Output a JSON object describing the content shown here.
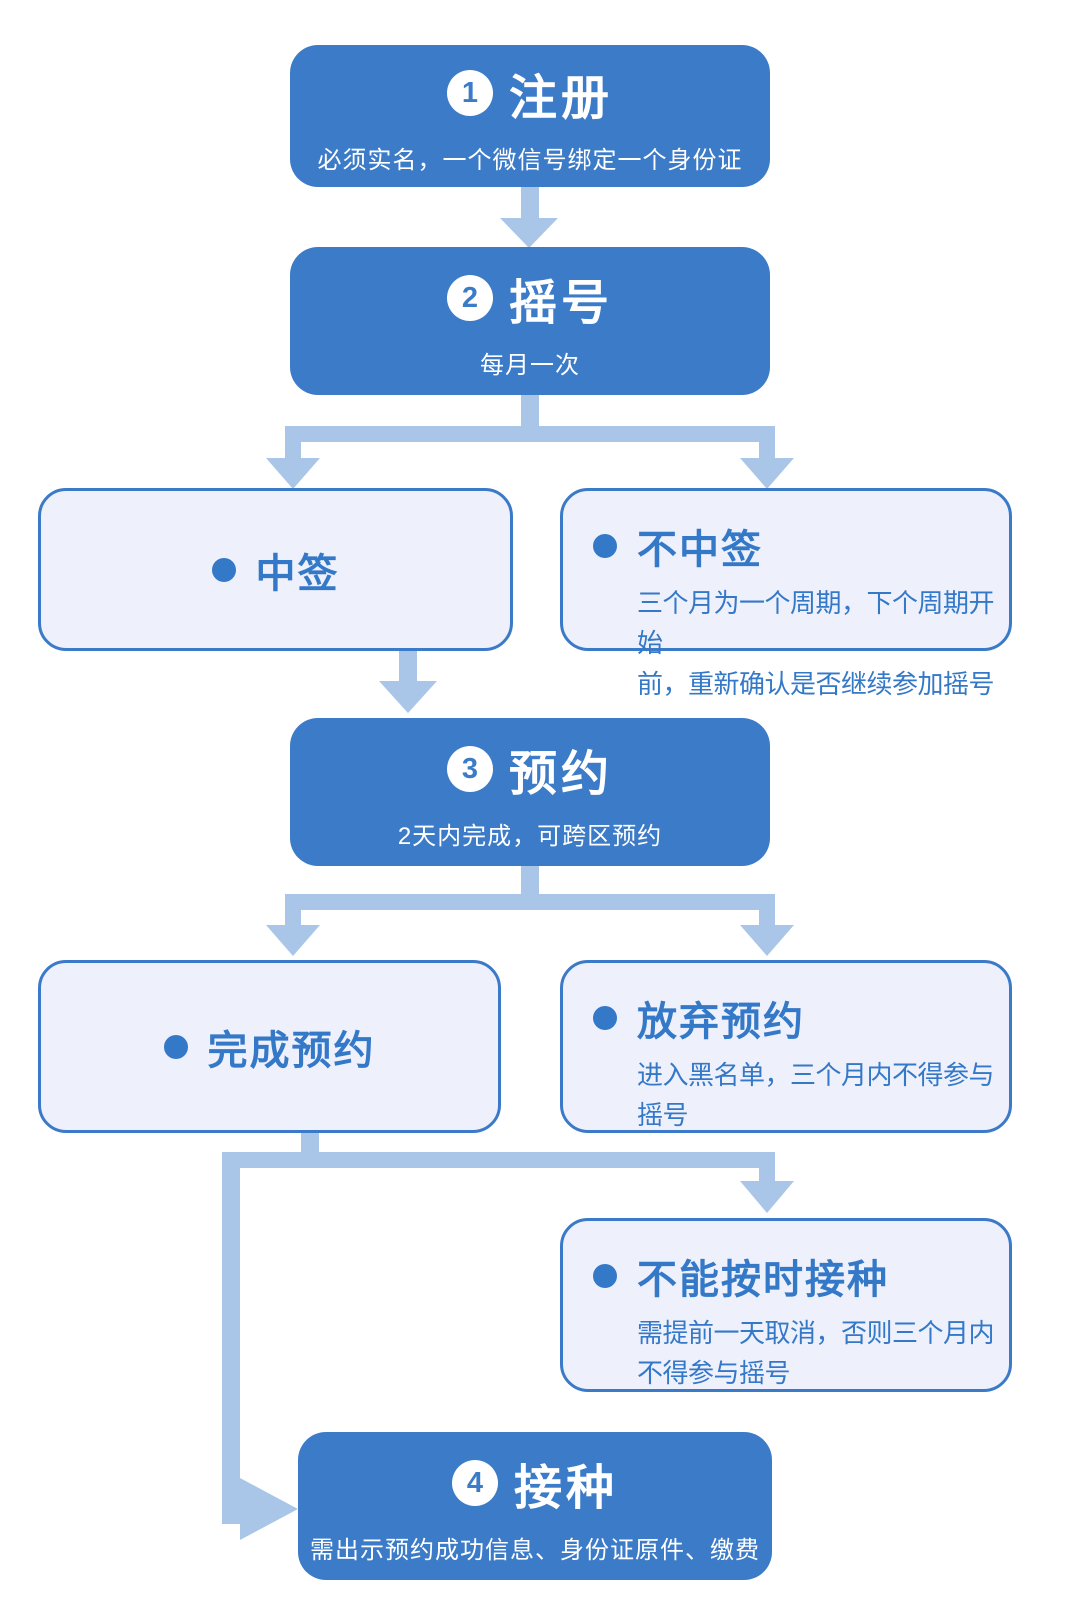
{
  "colors": {
    "step_box": "#3c7bc8",
    "step_text": "#ffffff",
    "outcome_fill": "#eef0fb",
    "outcome_border": "#3b7ac9",
    "outcome_text": "#3478c8",
    "connector": "#a9c6e8",
    "page_bg": "#ffffff"
  },
  "flow": {
    "steps": [
      {
        "badge": "1",
        "title": "注册",
        "subtitle": "必须实名，一个微信号绑定一个身份证"
      },
      {
        "badge": "2",
        "title": "摇号",
        "subtitle": "每月一次"
      },
      {
        "badge": "3",
        "title": "预约",
        "subtitle": "2天内完成，可跨区预约"
      },
      {
        "badge": "4",
        "title": "接种",
        "subtitle": "需出示预约成功信息、身份证原件、缴费"
      }
    ],
    "branches": [
      {
        "title": "中签",
        "description": ""
      },
      {
        "title": "不中签",
        "description": "三个月为一个周期，下个周期开始\n前，重新确认是否继续参加摇号"
      },
      {
        "title": "完成预约",
        "description": ""
      },
      {
        "title": "放弃预约",
        "description": "进入黑名单，三个月内不得参与\n摇号"
      },
      {
        "title": "不能按时接种",
        "description": "需提前一天取消，否则三个月内\n不得参与摇号"
      }
    ]
  }
}
